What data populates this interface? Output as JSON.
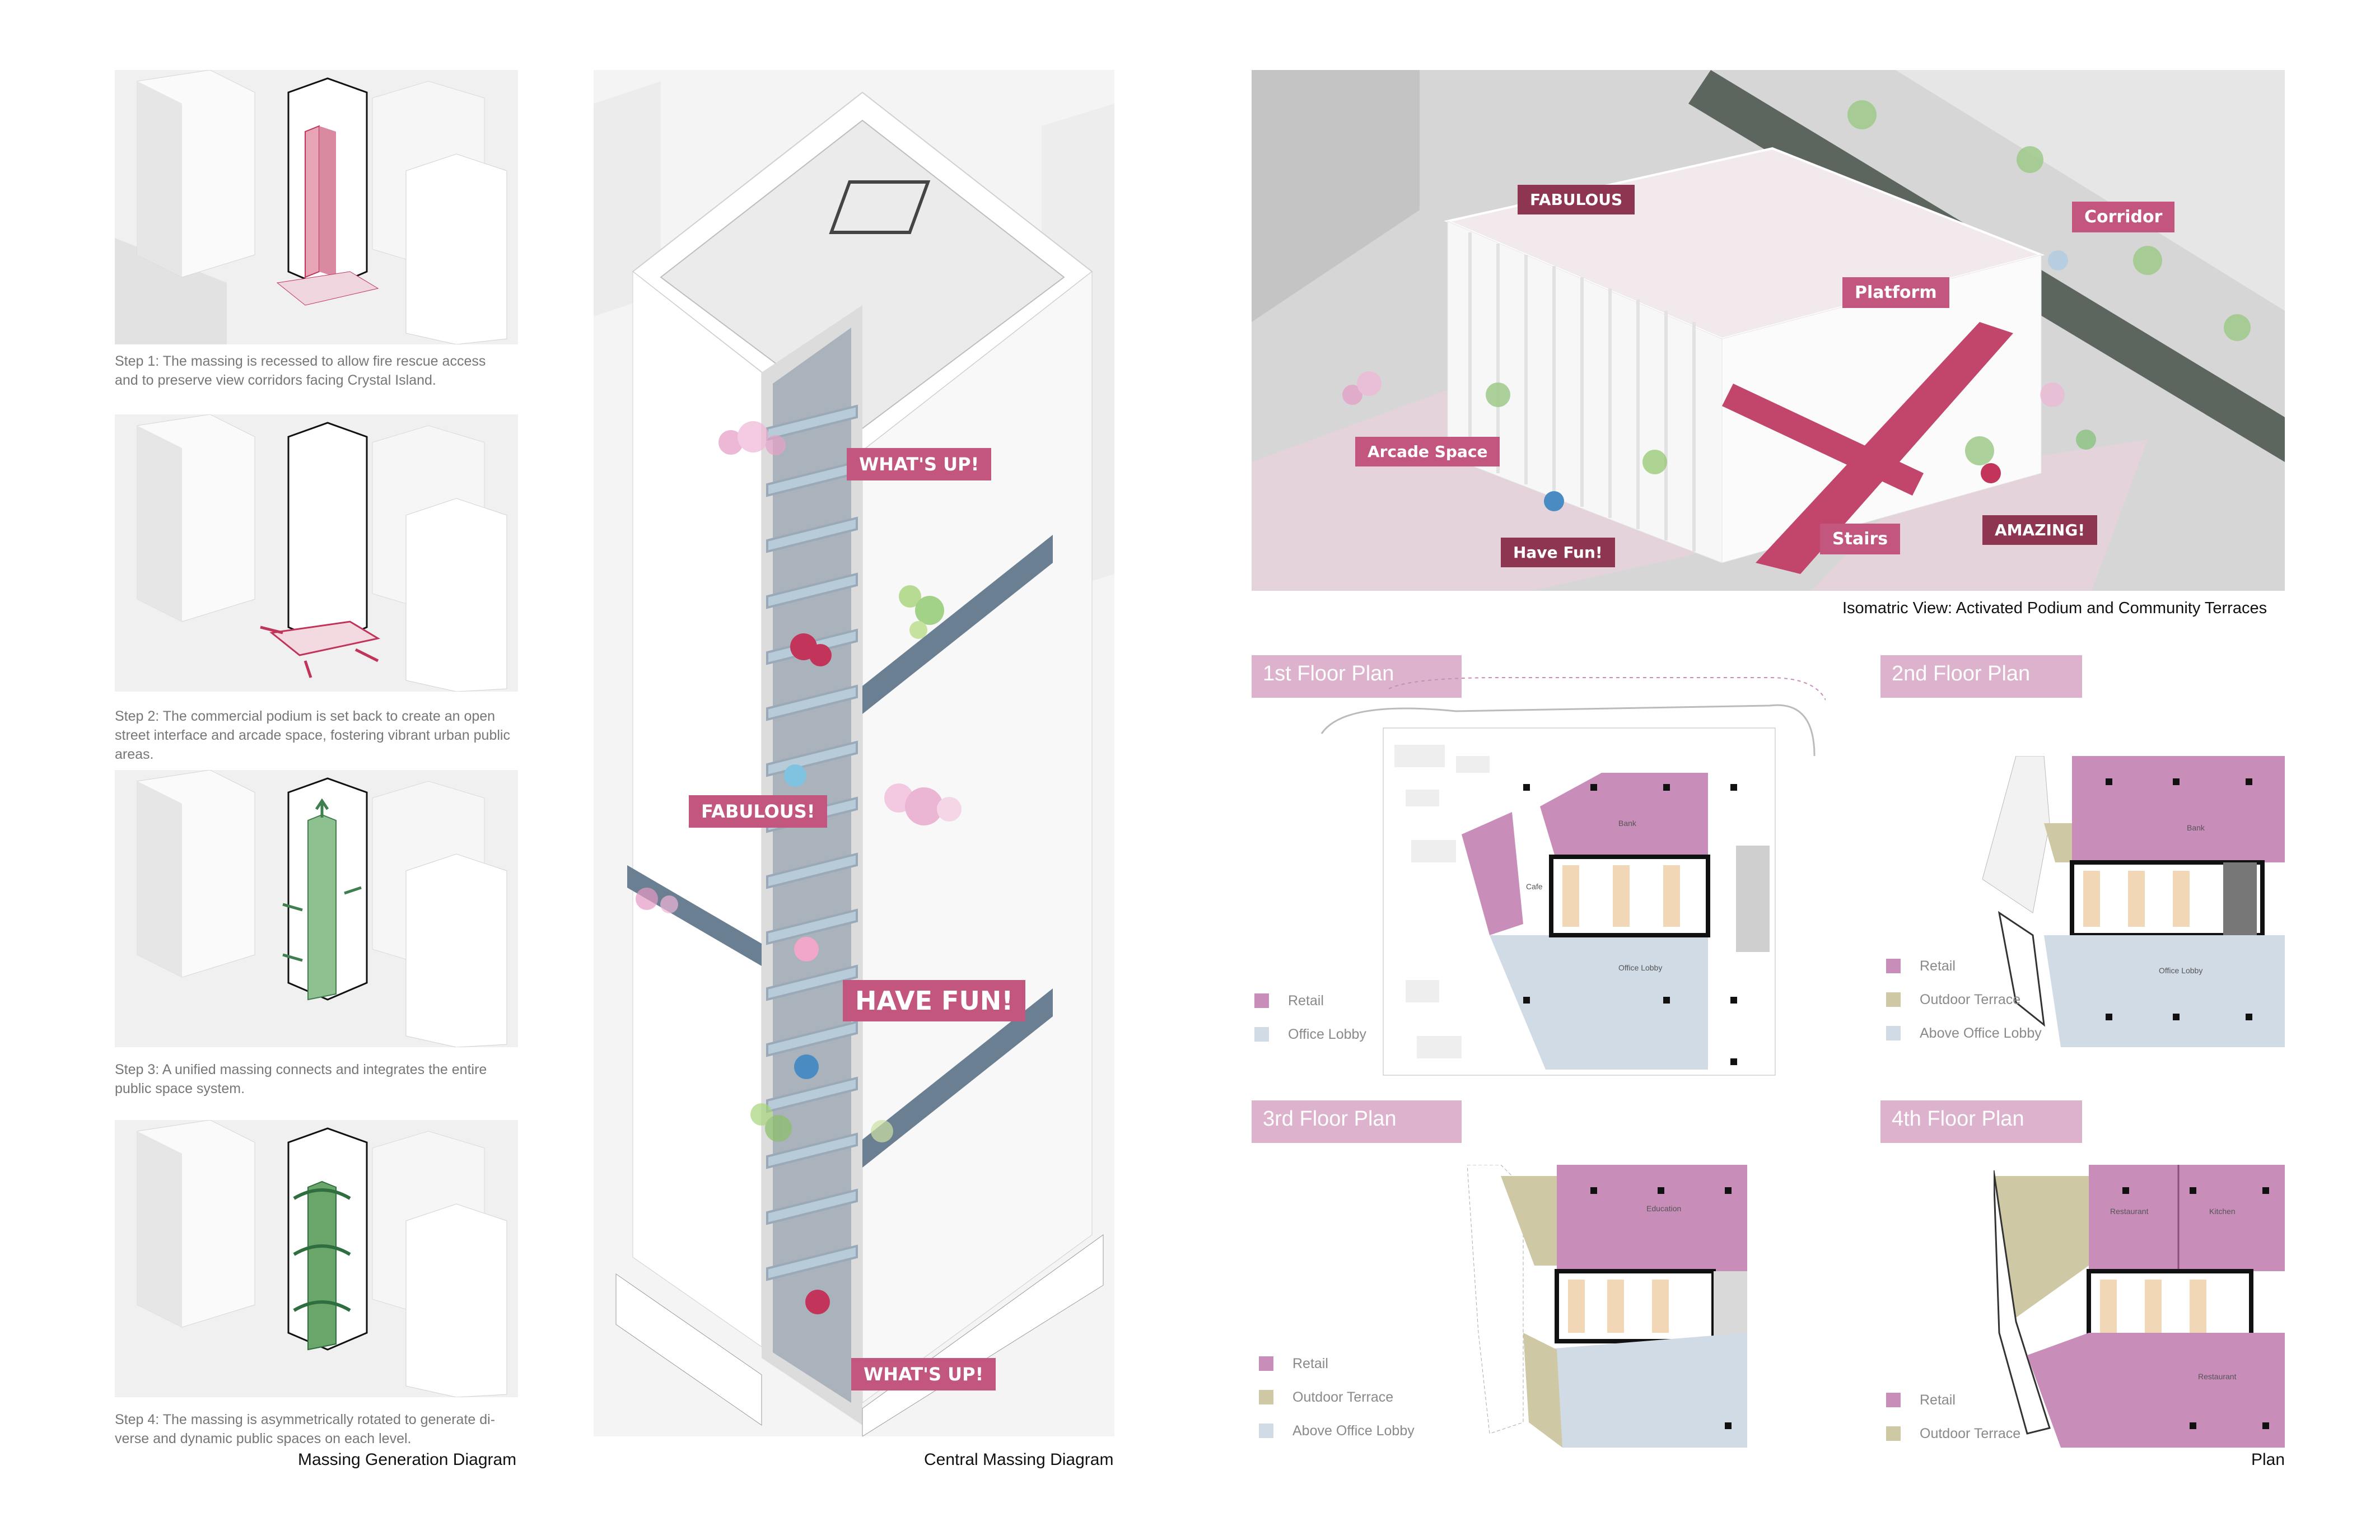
{
  "massing_generation": {
    "caption": "Massing Generation Diagram",
    "steps": [
      {
        "text_lines": [
          "Step 1: The massing is recessed to allow fire rescue access",
          "and to preserve view corridors facing Crystal Island."
        ],
        "highlight_color": "#e6a4b4"
      },
      {
        "text_lines": [
          "Step 2: The commercial podium is set back to create an open",
          "street interface and arcade space, fostering vibrant urban public",
          "areas."
        ],
        "highlight_color": "#c0345a"
      },
      {
        "text_lines": [
          "Step 3: A unified massing connects and integrates the entire",
          "public space system."
        ],
        "highlight_color": "#7fb27f"
      },
      {
        "text_lines": [
          "Step 4: The massing is asymmetrically rotated to generate di-",
          "verse and dynamic public spaces on each level."
        ],
        "highlight_color": "#6aa56a"
      }
    ]
  },
  "central_massing": {
    "caption": "Central Massing Diagram",
    "callouts": [
      "WHAT'S UP!",
      "FABULOUS!",
      "HAVE FUN!",
      "WHAT'S UP!"
    ]
  },
  "isometric": {
    "caption": "Isomatric View: Activated Podium and Community Terraces",
    "callouts": [
      "FABULOUS",
      "Corridor",
      "Platform",
      "Arcade Space",
      "Have Fun!",
      "Stairs",
      "AMAZING!"
    ]
  },
  "plan": {
    "caption": "Plan",
    "floors": [
      {
        "title": "1st Floor Plan",
        "legend": [
          "Retail",
          "Office Lobby"
        ],
        "room_labels": [
          "Bank",
          "Cafe",
          "Office Lobby"
        ]
      },
      {
        "title": "2nd Floor Plan",
        "legend": [
          "Retail",
          "Outdoor Terrace",
          "Above Office Lobby"
        ],
        "room_labels": [
          "Bank",
          "Office Lobby"
        ]
      },
      {
        "title": "3rd Floor Plan",
        "legend": [
          "Retail",
          "Outdoor Terrace",
          "Above Office Lobby"
        ],
        "room_labels": [
          "Education"
        ]
      },
      {
        "title": "4th Floor Plan",
        "legend": [
          "Retail",
          "Outdoor Terrace"
        ],
        "room_labels": [
          "Restaurant",
          "Kitchen",
          "Restaurant"
        ]
      }
    ]
  },
  "colors": {
    "retail": "#c98dba",
    "office_lobby": "#d1dbe6",
    "outdoor_terrace": "#cfc8a4",
    "accent": "#c2567e",
    "accent_dark": "#8e3552",
    "title_bar": "#dcb2cc"
  }
}
